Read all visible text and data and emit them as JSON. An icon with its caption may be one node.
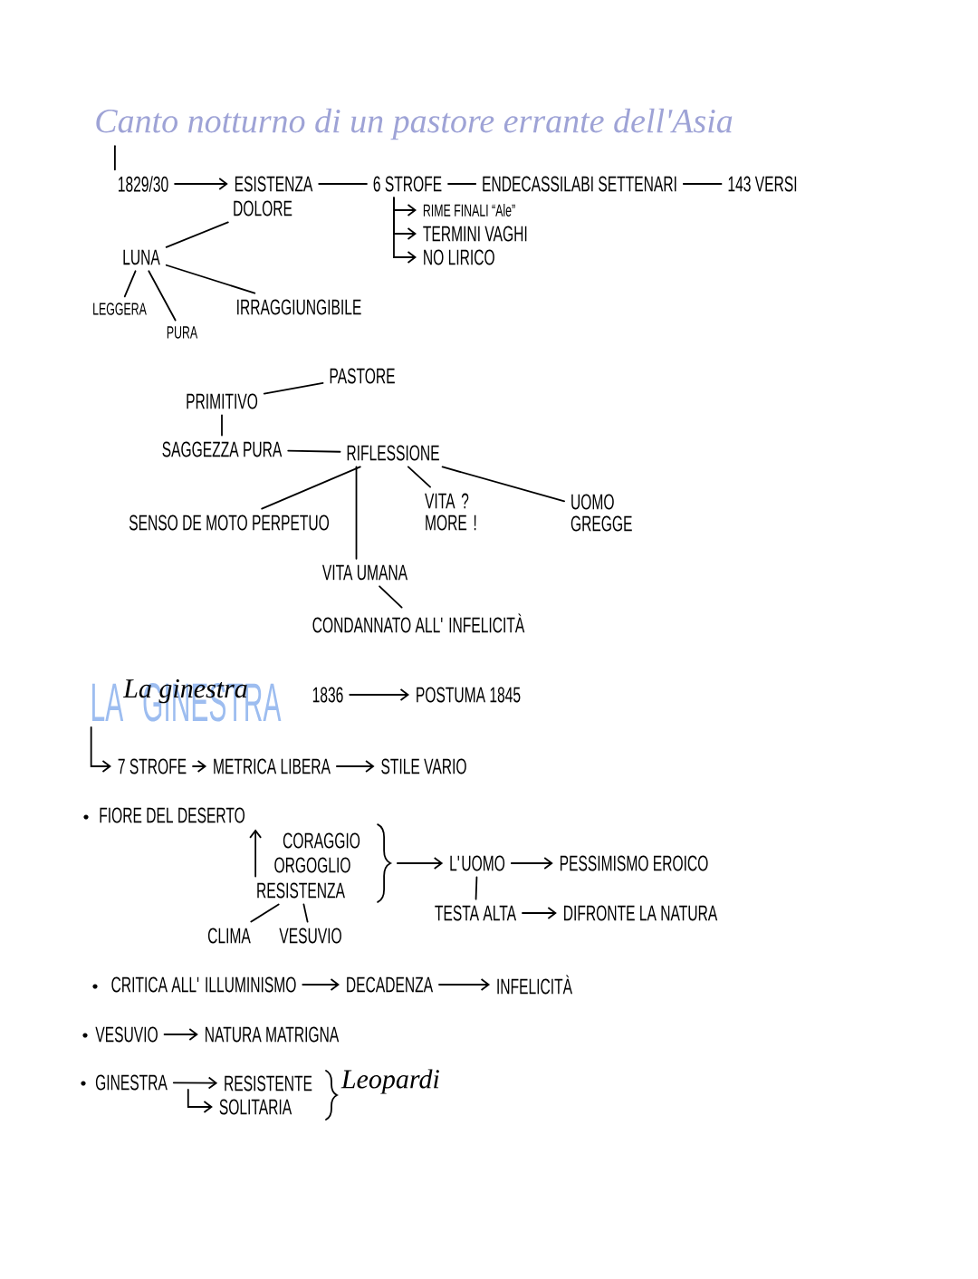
{
  "diagram": {
    "nodes": [
      {
        "text": [
          "Canto notturno di un pastore errante dell'Asia"
        ]
      },
      {
        "text": [
          "1829/30"
        ]
      },
      {
        "text": [
          "ESISTENZA"
        ]
      },
      {
        "text": [
          "DOLORE"
        ]
      },
      {
        "text": [
          "6 STROFE"
        ]
      },
      {
        "text": [
          "ENDECASSILABI SETTENARI"
        ]
      },
      {
        "text": [
          "143 VERSI"
        ]
      },
      {
        "text": [
          "RIME FINALI “Ale”"
        ]
      },
      {
        "text": [
          "TERMINI VAGHI"
        ]
      },
      {
        "text": [
          "NO LIRICO"
        ]
      },
      {
        "text": [
          "LUNA"
        ]
      },
      {
        "text": [
          "LEGGERA"
        ]
      },
      {
        "text": [
          "PURA"
        ]
      },
      {
        "text": [
          "IRRAGGIUNGIBILE"
        ]
      },
      {
        "text": [
          "PASTORE"
        ]
      },
      {
        "text": [
          "PRIMITIVO"
        ]
      },
      {
        "text": [
          "SAGGEZZA PURA"
        ]
      },
      {
        "text": [
          "RIFLESSIONE"
        ]
      },
      {
        "text": [
          "SENSO DE MOTO PERPETUO"
        ]
      },
      {
        "text": [
          "VITA ? MORE !"
        ]
      },
      {
        "text": [
          "UOMO GREGGE"
        ]
      },
      {
        "text": [
          "VITA UMANA"
        ]
      },
      {
        "text": [
          "CONDANNATO ALL' INFELICITÀ"
        ]
      },
      {
        "text": [
          "LA GINESTRA",
          "La ginestra"
        ]
      },
      {
        "text": [
          "1836"
        ]
      },
      {
        "text": [
          "POSTUMA 1845"
        ]
      },
      {
        "text": [
          "7 STROFE"
        ]
      },
      {
        "text": [
          "METRICA LIBERA"
        ]
      },
      {
        "text": [
          "STILE VARIO"
        ]
      },
      {
        "text": [
          "FIORE DEL DESERTO"
        ]
      },
      {
        "text": [
          "CORAGGIO"
        ]
      },
      {
        "text": [
          "ORGOGLIO"
        ]
      },
      {
        "text": [
          "RESISTENZA"
        ]
      },
      {
        "text": [
          "CLIMA"
        ]
      },
      {
        "text": [
          "VESUVIO"
        ]
      },
      {
        "text": [
          "L'UOMO"
        ]
      },
      {
        "text": [
          "PESSIMISMO EROICO"
        ]
      },
      {
        "text": [
          "TESTA ALTA"
        ]
      },
      {
        "text": [
          "DIFRONTE LA NATURA"
        ]
      },
      {
        "text": [
          "CRITICA ALL' ILLUMINISMO"
        ]
      },
      {
        "text": [
          "DECADENZA"
        ]
      },
      {
        "text": [
          "INFELICITÀ"
        ]
      },
      {
        "text": [
          "VESUVIO"
        ]
      },
      {
        "text": [
          "NATURA MATRIGNA"
        ]
      },
      {
        "text": [
          "GINESTRA"
        ]
      },
      {
        "text": [
          "RESISTENTE"
        ]
      },
      {
        "text": [
          "SOLITARIA"
        ]
      },
      {
        "text": [],
        "shape": "brace"
      }
    ],
    "edges": [
      {
        "from": 0,
        "to": 1,
        "arrow": "none"
      },
      {
        "from": 1,
        "to": 2,
        "arrow": "to"
      },
      {
        "from": 2,
        "to": 4,
        "arrow": "none"
      },
      {
        "from": 3,
        "to": 10,
        "arrow": "none"
      },
      {
        "from": 4,
        "to": 5,
        "arrow": "none"
      },
      {
        "from": 5,
        "to": 6,
        "arrow": "none"
      },
      {
        "from": 4,
        "to": 7,
        "arrow": "to"
      },
      {
        "from": 4,
        "to": 8,
        "arrow": "to"
      },
      {
        "from": 4,
        "to": 9,
        "arrow": "to"
      },
      {
        "from": 10,
        "to": 11,
        "arrow": "none"
      },
      {
        "from": 10,
        "to": 12,
        "arrow": "none"
      },
      {
        "from": 10,
        "to": 13,
        "arrow": "none"
      },
      {
        "from": 14,
        "to": 15,
        "arrow": "none"
      },
      {
        "from": 15,
        "to": 16,
        "arrow": "none"
      },
      {
        "from": 16,
        "to": 17,
        "arrow": "none"
      },
      {
        "from": 17,
        "to": 18,
        "arrow": "none"
      },
      {
        "from": 17,
        "to": 19,
        "arrow": "none"
      },
      {
        "from": 17,
        "to": 20,
        "arrow": "none"
      },
      {
        "from": 17,
        "to": 21,
        "arrow": "none"
      },
      {
        "from": 21,
        "to": 22,
        "arrow": "none"
      },
      {
        "from": 23,
        "to": 26,
        "arrow": "to"
      },
      {
        "from": 26,
        "to": 27,
        "arrow": "to"
      },
      {
        "from": 27,
        "to": 28,
        "arrow": "to"
      },
      {
        "from": 24,
        "to": 25,
        "arrow": "to"
      },
      {
        "from": 32,
        "to": 29,
        "arrow": "to"
      },
      {
        "from": 32,
        "to": 33,
        "arrow": "none"
      },
      {
        "from": 32,
        "to": 34,
        "arrow": "none"
      },
      {
        "from": 47,
        "to": 35,
        "arrow": "to"
      },
      {
        "from": 35,
        "to": 36,
        "arrow": "to"
      },
      {
        "from": 35,
        "to": 37,
        "arrow": "none"
      },
      {
        "from": 37,
        "to": 38,
        "arrow": "to"
      },
      {
        "from": 39,
        "to": 40,
        "arrow": "to"
      },
      {
        "from": 40,
        "to": 41,
        "arrow": "to"
      },
      {
        "from": 42,
        "to": 43,
        "arrow": "to"
      },
      {
        "from": 44,
        "to": 45,
        "arrow": "to"
      },
      {
        "from": 44,
        "to": 46,
        "arrow": "to"
      }
    ],
    "labels": [
      "Leopardi"
    ]
  }
}
